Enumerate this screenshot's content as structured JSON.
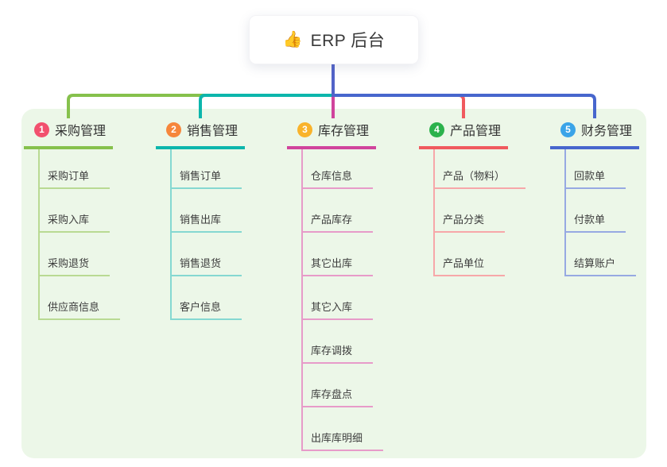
{
  "root": {
    "icon": "👍",
    "title": "ERP 后台"
  },
  "branches": [
    {
      "num": "1",
      "label": "采购管理",
      "line_color": "#86c14c",
      "light_line_color": "#b9da93",
      "badge_color": "#f2506e",
      "children": [
        "采购订单",
        "采购入库",
        "采购退货",
        "供应商信息"
      ]
    },
    {
      "num": "2",
      "label": "销售管理",
      "line_color": "#0cb6ac",
      "light_line_color": "#85d8d1",
      "badge_color": "#f6863b",
      "children": [
        "销售订单",
        "销售出库",
        "销售退货",
        "客户信息"
      ]
    },
    {
      "num": "3",
      "label": "库存管理",
      "line_color": "#d0449c",
      "light_line_color": "#e79bc9",
      "badge_color": "#f9b32b",
      "children": [
        "仓库信息",
        "产品库存",
        "其它出库",
        "其它入库",
        "库存调拨",
        "库存盘点",
        "出库库明细"
      ]
    },
    {
      "num": "4",
      "label": "产品管理",
      "line_color": "#f05a5e",
      "light_line_color": "#f7a7a9",
      "badge_color": "#2bb24c",
      "children": [
        "产品（物料）",
        "产品分类",
        "产品单位"
      ]
    },
    {
      "num": "5",
      "label": "财务管理",
      "line_color": "#4766cd",
      "light_line_color": "#97a9e2",
      "badge_color": "#3aa4e8",
      "children": [
        "回款单",
        "付款单",
        "结算账户"
      ]
    }
  ],
  "colors": {
    "panel_background": "#ecf7e8",
    "root_connector": "#5263c8",
    "page_background": "#ffffff",
    "text_primary": "#333333",
    "text_child": "#3d3d3d"
  }
}
